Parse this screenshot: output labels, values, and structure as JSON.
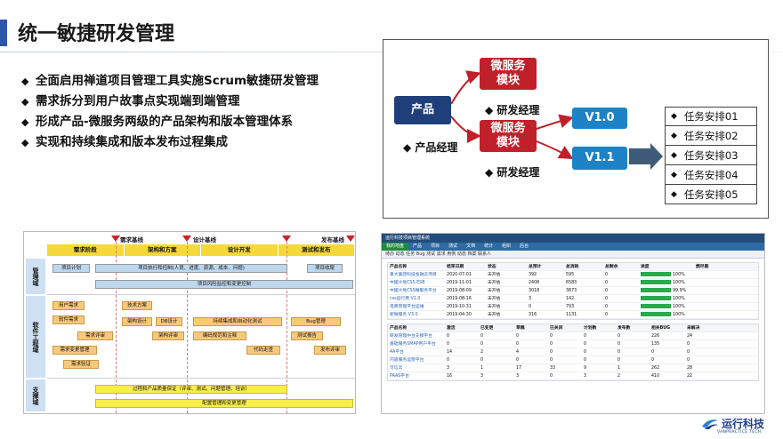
{
  "slide": {
    "title": "统一敏捷研发管理",
    "bullet_symbol": "◆",
    "bullets": [
      "全面启用禅道项目管理工具实施Scrum敏捷研发管理",
      "需求拆分到用户故事点实现端到端管理",
      "形成产品-微服务两级的产品架构和版本管理体系",
      "实现和持续集成和版本发布过程集成"
    ]
  },
  "diagram": {
    "product": "产品",
    "microservice_1": "微服务\n模块",
    "microservice_2": "微服务\n模块",
    "version_1": "V1.0",
    "version_2": "V1.1",
    "label_product_manager": "◆  产品经理",
    "label_dev_manager_1": "◆  研发经理",
    "label_dev_manager_2": "◆  研发经理",
    "tasks": [
      "任务安排01",
      "任务安排02",
      "任务安排03",
      "任务安排04",
      "任务安排05"
    ],
    "colors": {
      "product": "#1f3f7a",
      "microservice": "#c0202a",
      "version": "#1d83c6"
    }
  },
  "process_chart": {
    "baselines": [
      "需求基线",
      "设计基线",
      "发布基线"
    ],
    "phases": [
      "需求阶段",
      "架构和方案",
      "设计开发",
      "测试和发布"
    ],
    "domains": [
      "管理域",
      "软件工程域",
      "支撑域"
    ],
    "boxes": {
      "mgmt": [
        "项目计划",
        "项目执行和控制(人员、进度、资源、成本、问题)",
        "项目收尾",
        "项目风险监控和变更控制"
      ],
      "eng_req": [
        "用户需求",
        "软件需求",
        "需求评审",
        "需求变更管理",
        "需求验证"
      ],
      "eng_arch": [
        "技术方案",
        "架构设计",
        "DB设计",
        "架构评审"
      ],
      "eng_dev": [
        "持续集成和自动化测试",
        "编码规范和注释",
        "代码走查"
      ],
      "eng_test": [
        "Bug管理",
        "测试报告",
        "发布评审"
      ],
      "support": [
        "过程和产品质量保证（评审、测试、问题管理、培训）",
        "配置管理和变更管理"
      ]
    }
  },
  "tool_screenshot": {
    "app_title": "运行科技项目管理系统",
    "nav": [
      "我的地盘",
      "产品",
      "项目",
      "测试",
      "文档",
      "统计",
      "组织",
      "后台"
    ],
    "sub_nav": "待办 动态 任务 Bug 测试 需求 用例 动态 档案 联系人",
    "table1_headers": [
      "产品名称",
      "结束日期",
      "状态",
      "总预计",
      "总消耗",
      "总剩余",
      "进度",
      "燃尽图"
    ],
    "table1_rows": [
      [
        "重大集团科技金融云项目",
        "2020-07-01",
        "未开始",
        "392",
        "595",
        "0",
        "100%"
      ],
      [
        "中国大地CSS ESB",
        "2019-11-01",
        "未开始",
        "2408",
        "6583",
        "0",
        "100%"
      ],
      [
        "中国大地CSS微服务平台",
        "2019-08-09",
        "未开始",
        "3018",
        "3873",
        "0",
        "99.9%"
      ],
      [
        "css运行费 V1.0",
        "2019-08-16",
        "未开始",
        "3",
        "142",
        "0",
        "100%"
      ],
      [
        "电商管理平台运维",
        "2019-10-31",
        "未开始",
        "0",
        "793",
        "0",
        "100%"
      ],
      [
        "新微服务 V3.0",
        "2019-04-30",
        "未开始",
        "316",
        "1131",
        "0",
        "100%"
      ]
    ],
    "table2_headers": [
      "产品名称",
      "激活",
      "已变更",
      "草稿",
      "已关闭",
      "计划数",
      "发布数",
      "相关BUG",
      "未解决"
    ],
    "table2_rows": [
      [
        "研发管理中台支撑平台",
        "0",
        "0",
        "0",
        "0",
        "0",
        "0",
        "226",
        "24"
      ],
      [
        "基础服务SMAP用户平台",
        "0",
        "0",
        "0",
        "0",
        "0",
        "0",
        "135",
        "0"
      ],
      [
        "4A平台",
        "14",
        "2",
        "4",
        "0",
        "0",
        "0",
        "0",
        "0"
      ],
      [
        "内容服务运营平台",
        "0",
        "0",
        "0",
        "0",
        "0",
        "0",
        "0",
        "0"
      ],
      [
        "可信云",
        "3",
        "1",
        "17",
        "33",
        "9",
        "1",
        "262",
        "28"
      ],
      [
        "PAAS平台",
        "16",
        "3",
        "3",
        "0",
        "3",
        "2",
        "410",
        "22"
      ]
    ]
  },
  "logo": {
    "name": "运行科技",
    "tagline": "VANPRACTICE TECH",
    "color": "#1d3f8a"
  }
}
